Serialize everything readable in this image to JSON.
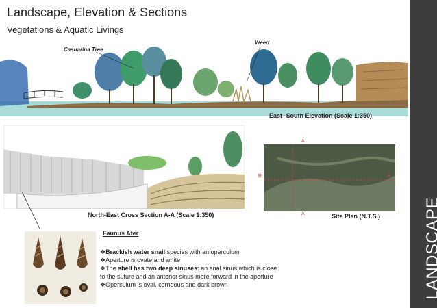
{
  "header": {
    "title": "Landscape, Elevation & Sections",
    "subtitle": "Vegetations & Aquatic Livings"
  },
  "sidebar": {
    "label": "LANDSCAPE"
  },
  "elevation": {
    "annotations": {
      "casuarina": "Casuarina Tree",
      "weed": "Weed"
    },
    "caption": "East -South Elevation (Scale 1:350)"
  },
  "section": {
    "caption": "North-East Cross Section A-A (Scale 1:350)"
  },
  "site_plan": {
    "caption": "Site Plan (N.T.S.)",
    "markers": {
      "a_top": "A",
      "a_bottom": "A",
      "b_left": "B",
      "b_right": "B"
    }
  },
  "snail": {
    "title": "Faunus Ater",
    "points": [
      {
        "bold": "Brackish water snail",
        "rest": " species with an operculum"
      },
      {
        "bold": "",
        "rest": "Aperture is ovate and white"
      },
      {
        "pre": "The ",
        "bold": "shell has two deep sinuses",
        "rest": ": an anal sinus which is close to the suture and an anterior sinus more forward in the aperture"
      },
      {
        "bold": "",
        "rest": "Operculum is oval, corneous and dark brown"
      }
    ],
    "bullet": "❖"
  },
  "colors": {
    "sidebar": "#3d3d3d",
    "water": "#9fd6d6",
    "marker": "#d23b3b"
  }
}
